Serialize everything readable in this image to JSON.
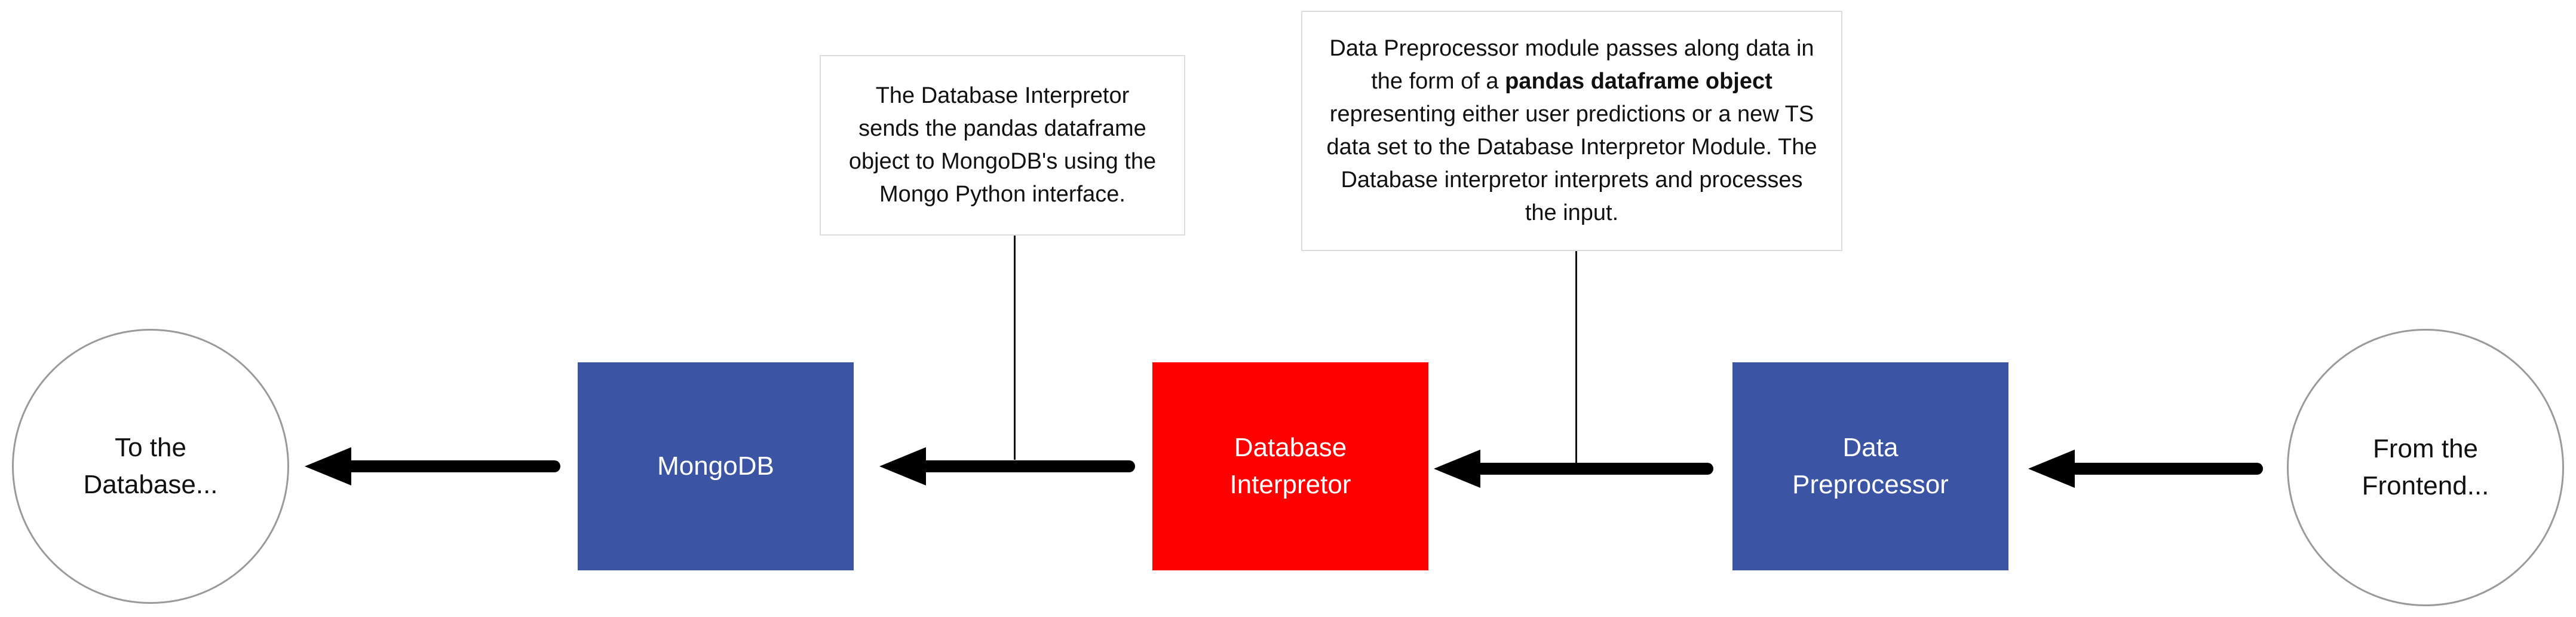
{
  "colors": {
    "blue_node": "#3b55a4",
    "red_node": "#ff0000",
    "arrow": "#000000",
    "circle_border": "#9a9a9a",
    "note_border": "#dddddd"
  },
  "nodes": {
    "to_database": {
      "line1": "To the",
      "line2": "Database..."
    },
    "mongodb": {
      "label": "MongoDB"
    },
    "database_interpretor": {
      "line1": "Database",
      "line2": "Interpretor"
    },
    "data_preprocessor": {
      "line1": "Data",
      "line2": "Preprocessor"
    },
    "from_frontend": {
      "line1": "From the",
      "line2": "Frontend..."
    }
  },
  "notes": {
    "mongodb_note": {
      "text": "The Database Interpretor sends the pandas dataframe object to MongoDB's using the Mongo Python interface."
    },
    "preprocessor_note": {
      "part1": "Data Preprocessor module passes along data in the form of a ",
      "bold": "pandas dataframe object",
      "part2": " representing either user predictions or a new TS data set to the Database Interpretor Module. The Database interpretor interprets and processes the input."
    }
  }
}
